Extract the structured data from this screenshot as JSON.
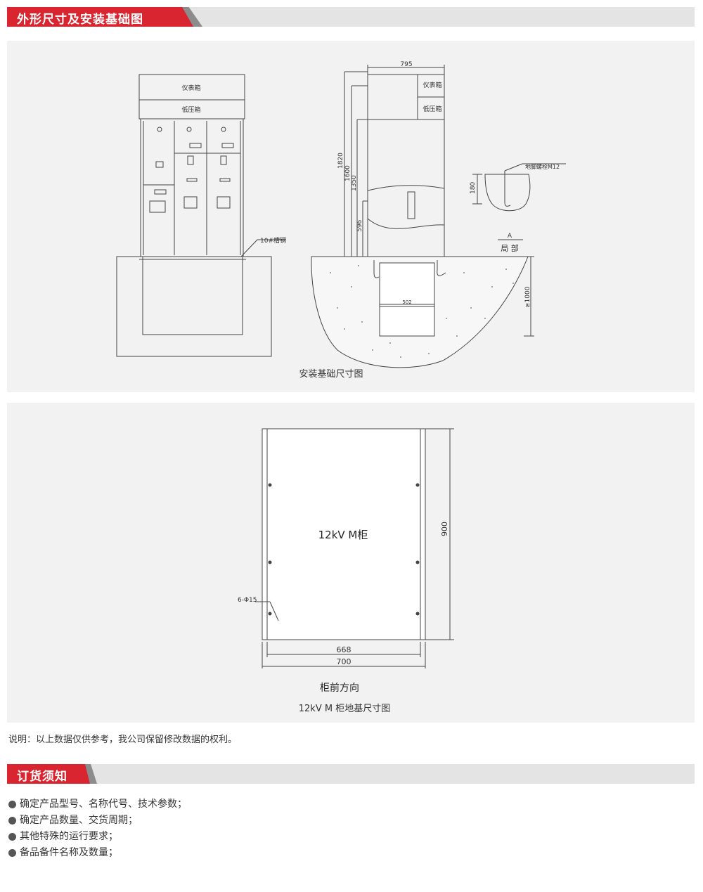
{
  "section1": {
    "title": "外形尺寸及安装基础图"
  },
  "drawing1": {
    "instrument_box": "仪表箱",
    "low_voltage_box": "低压箱",
    "channel_steel": "10#槽钢",
    "dim_width_top": "795",
    "dim_1820": "1820",
    "dim_1600": "1600",
    "dim_1350": "1350",
    "dim_596": "596",
    "dim_502": "502",
    "dim_1000": "≥1000",
    "anchor_bolt": "地脚螺栓M12",
    "dim_180": "180",
    "detail_mark": "A",
    "detail_label": "局 部",
    "caption": "安装基础尺寸图"
  },
  "drawing2": {
    "cabinet_label": "12kV M柜",
    "dim_900": "900",
    "hole_spec": "6-Φ15",
    "dim_668": "668",
    "dim_700": "700",
    "front_direction": "柜前方向",
    "caption": "12kV M 柜地基尺寸图"
  },
  "note": "说明：以上数据仅供参考，我公司保留修改数据的权利。",
  "section2": {
    "title": "订货须知"
  },
  "order_items": [
    "确定产品型号、名称代号、技术参数；",
    "确定产品数量、交货周期；",
    "其他特殊的运行要求；",
    "备品备件名称及数量；"
  ]
}
